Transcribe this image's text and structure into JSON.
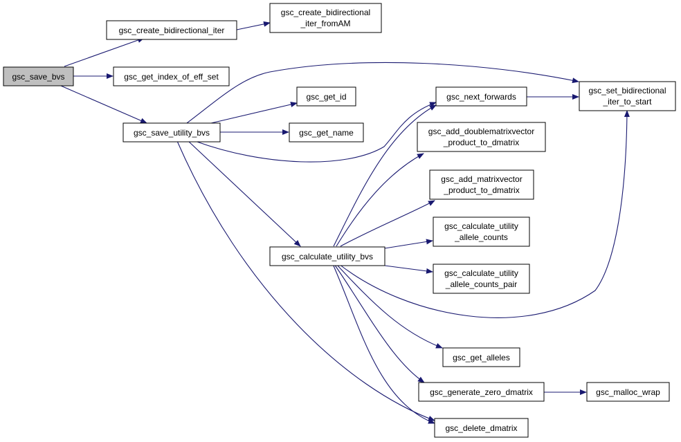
{
  "colors": {
    "edge": "#191970",
    "root_fill": "#bfbfbf",
    "node_fill": "#ffffff",
    "border": "#000000"
  },
  "nodes": {
    "save_bvs": {
      "lines": [
        "gsc_save_bvs"
      ],
      "root": true
    },
    "create_bidir_iter": {
      "lines": [
        "gsc_create_bidirectional_iter"
      ]
    },
    "create_bidir_iter_fromAM": {
      "lines": [
        "gsc_create_bidirectional",
        "_iter_fromAM"
      ]
    },
    "get_index_of_eff_set": {
      "lines": [
        "gsc_get_index_of_eff_set"
      ]
    },
    "save_utility_bvs": {
      "lines": [
        "gsc_save_utility_bvs"
      ]
    },
    "get_id": {
      "lines": [
        "gsc_get_id"
      ]
    },
    "get_name": {
      "lines": [
        "gsc_get_name"
      ]
    },
    "next_forwards": {
      "lines": [
        "gsc_next_forwards"
      ]
    },
    "set_bidir_iter_to_start": {
      "lines": [
        "gsc_set_bidirectional",
        "_iter_to_start"
      ]
    },
    "add_doublematrixvector": {
      "lines": [
        "gsc_add_doublematrixvector",
        "_product_to_dmatrix"
      ]
    },
    "add_matrixvector": {
      "lines": [
        "gsc_add_matrixvector",
        "_product_to_dmatrix"
      ]
    },
    "calc_utility_allele_counts": {
      "lines": [
        "gsc_calculate_utility",
        "_allele_counts"
      ]
    },
    "calculate_utility_bvs": {
      "lines": [
        "gsc_calculate_utility_bvs"
      ]
    },
    "calc_utility_allele_counts_pair": {
      "lines": [
        "gsc_calculate_utility",
        "_allele_counts_pair"
      ]
    },
    "get_alleles": {
      "lines": [
        "gsc_get_alleles"
      ]
    },
    "generate_zero_dmatrix": {
      "lines": [
        "gsc_generate_zero_dmatrix"
      ]
    },
    "malloc_wrap": {
      "lines": [
        "gsc_malloc_wrap"
      ]
    },
    "delete_dmatrix": {
      "lines": [
        "gsc_delete_dmatrix"
      ]
    }
  },
  "edges": [
    [
      "save_bvs",
      "create_bidir_iter"
    ],
    [
      "save_bvs",
      "get_index_of_eff_set"
    ],
    [
      "save_bvs",
      "save_utility_bvs"
    ],
    [
      "create_bidir_iter",
      "create_bidir_iter_fromAM"
    ],
    [
      "save_utility_bvs",
      "set_bidir_iter_to_start"
    ],
    [
      "save_utility_bvs",
      "get_id"
    ],
    [
      "save_utility_bvs",
      "get_name"
    ],
    [
      "save_utility_bvs",
      "next_forwards"
    ],
    [
      "save_utility_bvs",
      "calculate_utility_bvs"
    ],
    [
      "save_utility_bvs",
      "delete_dmatrix"
    ],
    [
      "next_forwards",
      "set_bidir_iter_to_start"
    ],
    [
      "calculate_utility_bvs",
      "next_forwards"
    ],
    [
      "calculate_utility_bvs",
      "add_doublematrixvector"
    ],
    [
      "calculate_utility_bvs",
      "add_matrixvector"
    ],
    [
      "calculate_utility_bvs",
      "calc_utility_allele_counts"
    ],
    [
      "calculate_utility_bvs",
      "calc_utility_allele_counts_pair"
    ],
    [
      "calculate_utility_bvs",
      "set_bidir_iter_to_start"
    ],
    [
      "calculate_utility_bvs",
      "get_alleles"
    ],
    [
      "calculate_utility_bvs",
      "generate_zero_dmatrix"
    ],
    [
      "calculate_utility_bvs",
      "delete_dmatrix"
    ],
    [
      "generate_zero_dmatrix",
      "malloc_wrap"
    ]
  ]
}
